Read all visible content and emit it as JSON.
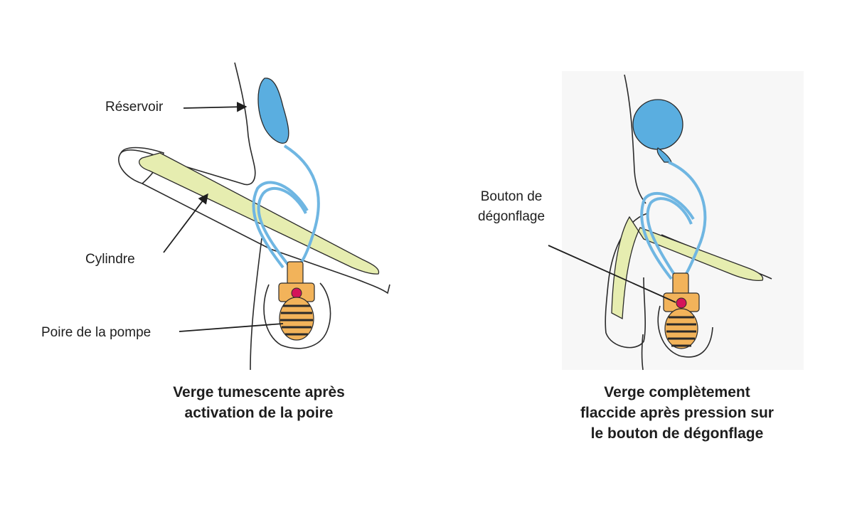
{
  "left_panel": {
    "labels": {
      "reservoir": "Réservoir",
      "cylinder": "Cylindre",
      "pump": "Poire de la pompe"
    },
    "caption_lines": [
      "Verge tumescente après",
      "activation de la poire"
    ]
  },
  "right_panel": {
    "labels": {
      "deflate_line1": "Bouton de",
      "deflate_line2": "dégonflage"
    },
    "caption_lines": [
      "Verge complètement",
      "flaccide après pression sur",
      "le bouton de dégonflage"
    ]
  },
  "colors": {
    "reservoir_blue": "#5aaee0",
    "tube_blue": "#6fb6e2",
    "cylinder_yellow": "#e6edb0",
    "pump_orange": "#f2b35a",
    "button_red": "#d4145a",
    "outline": "#2a2a2a"
  }
}
